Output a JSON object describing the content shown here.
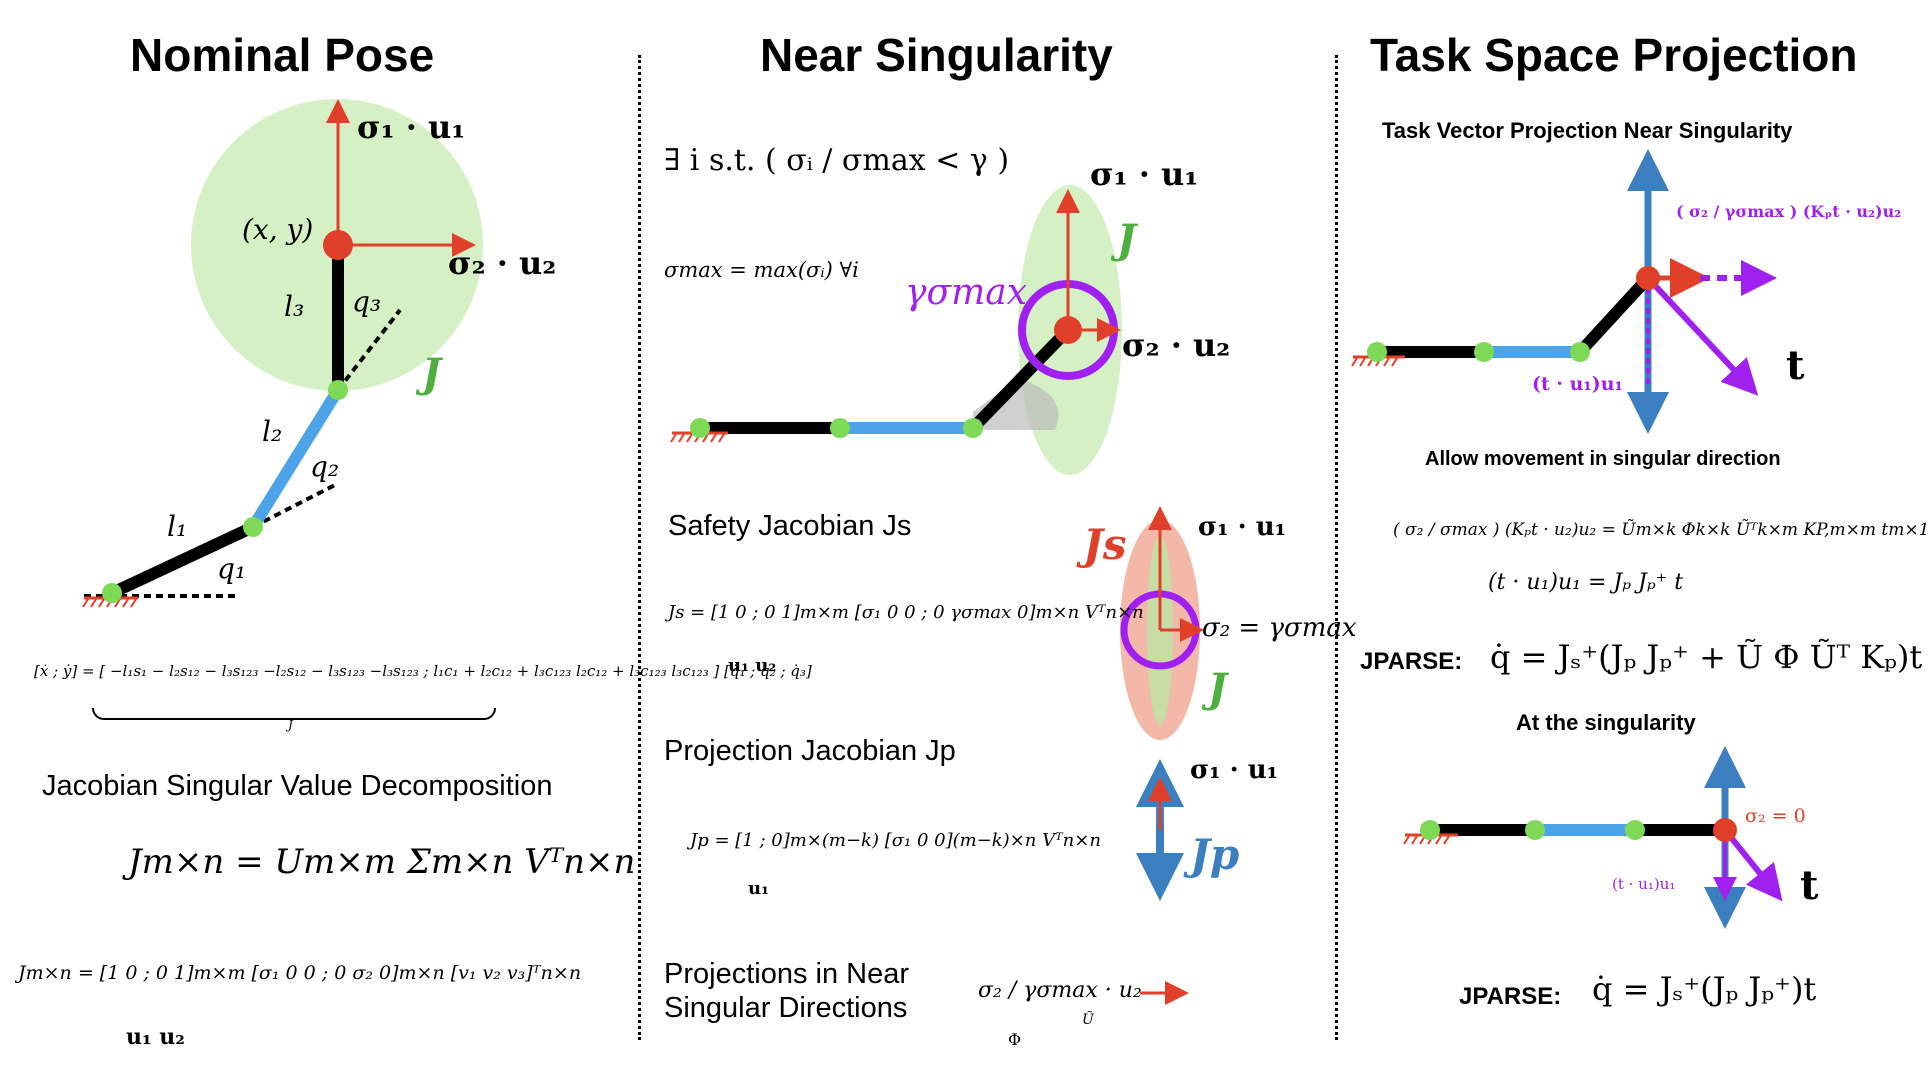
{
  "panels": [
    {
      "title": "Nominal Pose"
    },
    {
      "title": "Near Singularity"
    },
    {
      "title": "Task Space Projection"
    }
  ],
  "nominal": {
    "labels": {
      "s1u1": "σ₁ · u₁",
      "s2u2": "σ₂ · u₂",
      "xy": "(x, y)",
      "l1": "l₁",
      "l2": "l₂",
      "l3": "l₃",
      "q1": "q₁",
      "q2": "q₂",
      "q3": "q₃",
      "J": "J"
    },
    "jac_eq": "[ẋ ; ẏ] = [ −l₁s₁ − l₂s₁₂ − l₃s₁₂₃   −l₂s₁₂ − l₃s₁₂₃   −l₃s₁₂₃ ; l₁c₁ + l₂c₁₂ + l₃c₁₂₃   l₂c₁₂ + l₃c₁₂₃   l₃c₁₂₃ ] [q̇₁ ; q̇₂ ; q̇₃]",
    "jac_brace": "J",
    "svd_heading": "Jacobian Singular Value Decomposition",
    "svd_eq": "Jm×n = Um×m Σm×n Vᵀn×n",
    "svd_full": "Jm×n = [1 0 ; 0 1]m×m [σ₁ 0 0 ; 0 σ₂ 0]m×n [v₁ v₂ v₃]ᵀn×n",
    "u_labels": "u₁  u₂"
  },
  "near": {
    "condition": "∃ i s.t. ( σᵢ / σmax < γ )",
    "sigma_max": "σmax = max(σᵢ) ∀i",
    "labels": {
      "s1u1": "σ₁ · u₁",
      "s2u2": "σ₂ · u₂",
      "gamma": "γσmax",
      "J": "J",
      "Js": "Js",
      "Jp": "Jp",
      "s2gamma": "σ₂ = γσmax",
      "js_s1u1": "σ₁ · u₁",
      "jp_s1u1": "σ₁ · u₁"
    },
    "safety_heading": "Safety Jacobian Js",
    "safety_eq": "Js = [1 0 ; 0 1]m×m [σ₁ 0 0 ; 0 γσmax 0]m×n Vᵀn×n",
    "proj_heading": "Projection Jacobian Jp",
    "proj_eq": "Jp = [1 ; 0]m×(m−k) [σ₁ 0 0](m−k)×n Vᵀn×n",
    "u1_label": "u₁",
    "u12_label": "u₁  u₂",
    "projections_heading_1": "Projections in Near",
    "projections_heading_2": "Singular Directions",
    "projections_eq": "σ₂ / γσmax · u₂",
    "phi": "Φ",
    "utilde": "Ũ"
  },
  "task": {
    "subheading_1": "Task Vector Projection Near Singularity",
    "proj_label_top": "( σ₂ / γσmax ) (Kₚt · u₂)u₂",
    "proj_label_down": "(t · u₁)u₁",
    "t": "t",
    "subheading_2": "Allow movement in singular direction",
    "eq1": "( σ₂ / σmax ) (Kₚt · u₂)u₂ = Ũm×k Φk×k Ũᵀk×m KP,m×m tm×1",
    "eq2": "(t · u₁)u₁ = Jₚ Jₚ⁺ t",
    "jparse_label": "JPARSE:",
    "jparse_eq": "q̇ = Jₛ⁺(Jₚ Jₚ⁺ + Ũ Φ Ũᵀ Kₚ)t",
    "subheading_3": "At the singularity",
    "s2zero": "σ₂ = 0",
    "sing_proj": "(t · u₁)u₁",
    "t2": "t",
    "jparse_label2": "JPARSE:",
    "jparse_eq2": "q̇ = Jₛ⁺(Jₚ Jₚ⁺)t"
  },
  "colors": {
    "green_fill": "#d4f0c4",
    "red": "#e0402a",
    "blue_link": "#4da3e8",
    "arrow_blue": "#3b7fc0",
    "purple": "#a020f0",
    "green_text": "#4caf3f",
    "red_fill": "#f4b8a8"
  }
}
